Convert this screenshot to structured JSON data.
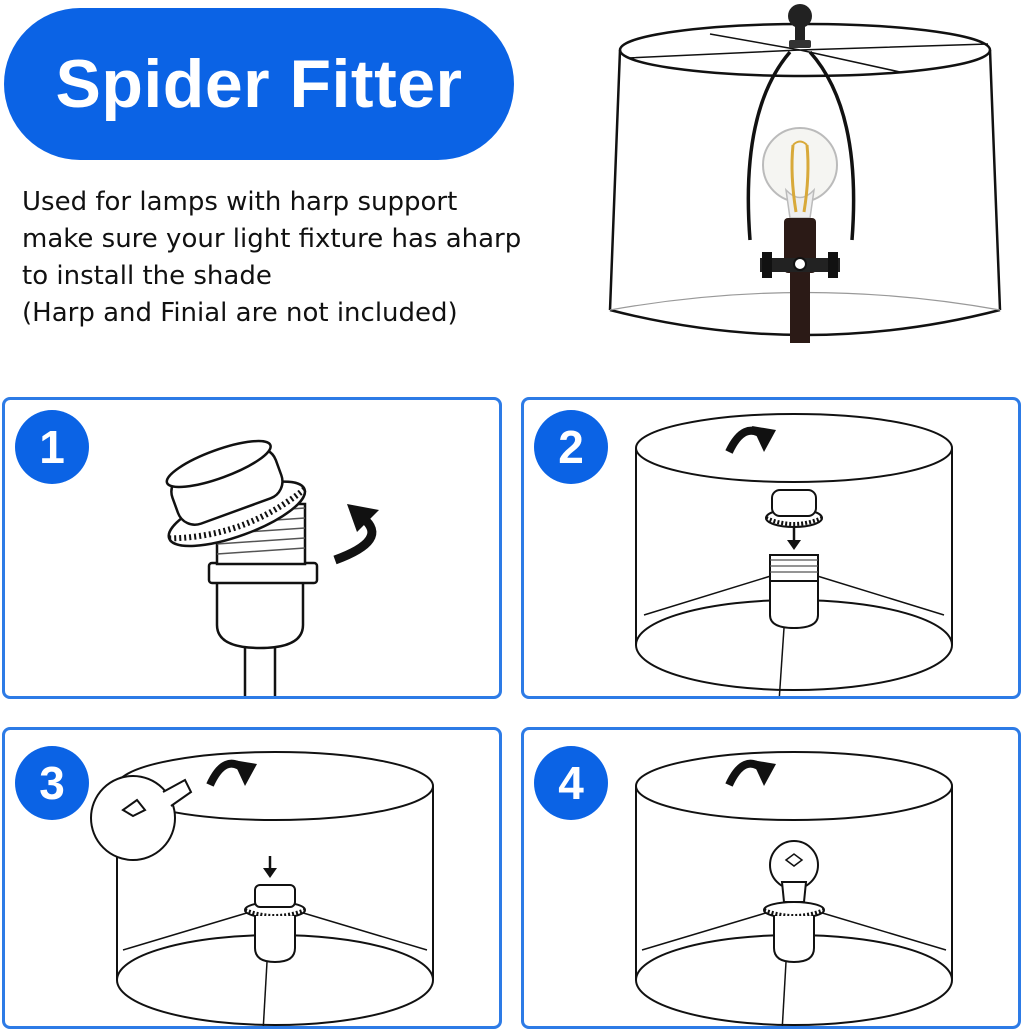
{
  "header": {
    "title": "Spider Fitter"
  },
  "description": {
    "lines": [
      "Used for lamps with harp support",
      "make sure your light fixture has aharp",
      "to install the shade",
      "(Harp and Finial are not included)"
    ]
  },
  "steps": [
    {
      "number": "1"
    },
    {
      "number": "2"
    },
    {
      "number": "3"
    },
    {
      "number": "4"
    }
  ],
  "colors": {
    "accent": "#0b63e5",
    "panel_border": "#2d7be6"
  }
}
